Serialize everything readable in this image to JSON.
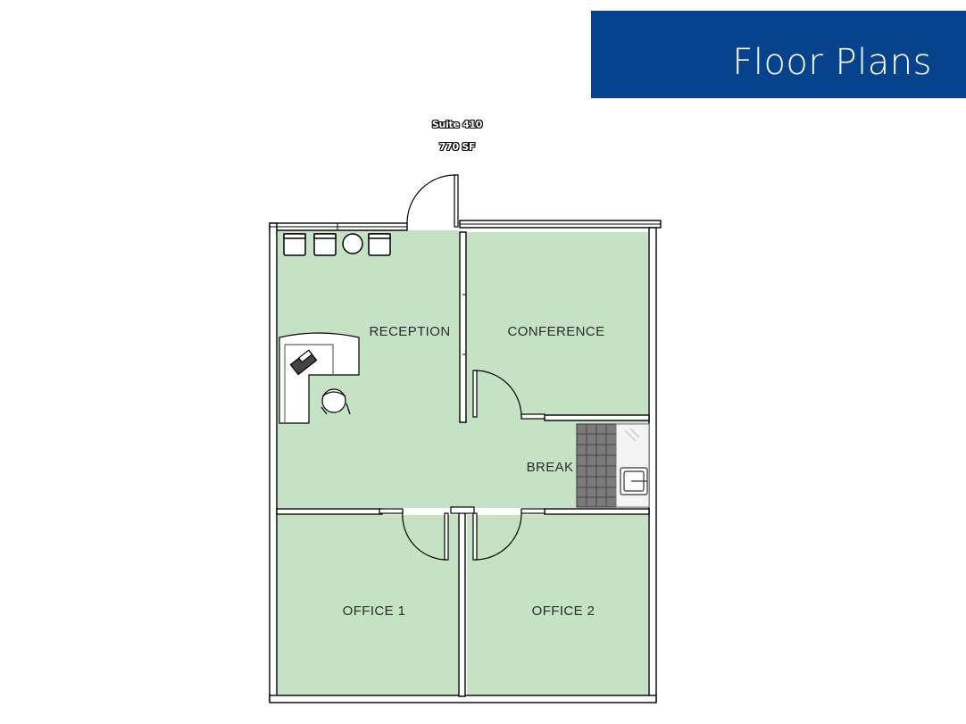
{
  "header": {
    "title": "Floor Plans",
    "banner_color": "#07438c"
  },
  "suite": {
    "name": "Suite 410",
    "area": "770 SF"
  },
  "rooms": {
    "reception": "RECEPTION",
    "conference": "CONFERENCE",
    "break": "BREAK",
    "office1": "OFFICE 1",
    "office2": "OFFICE 2"
  },
  "colors": {
    "room_fill": "#c5e2c5",
    "wall": "#000000",
    "tile": "#7b7b7b"
  }
}
